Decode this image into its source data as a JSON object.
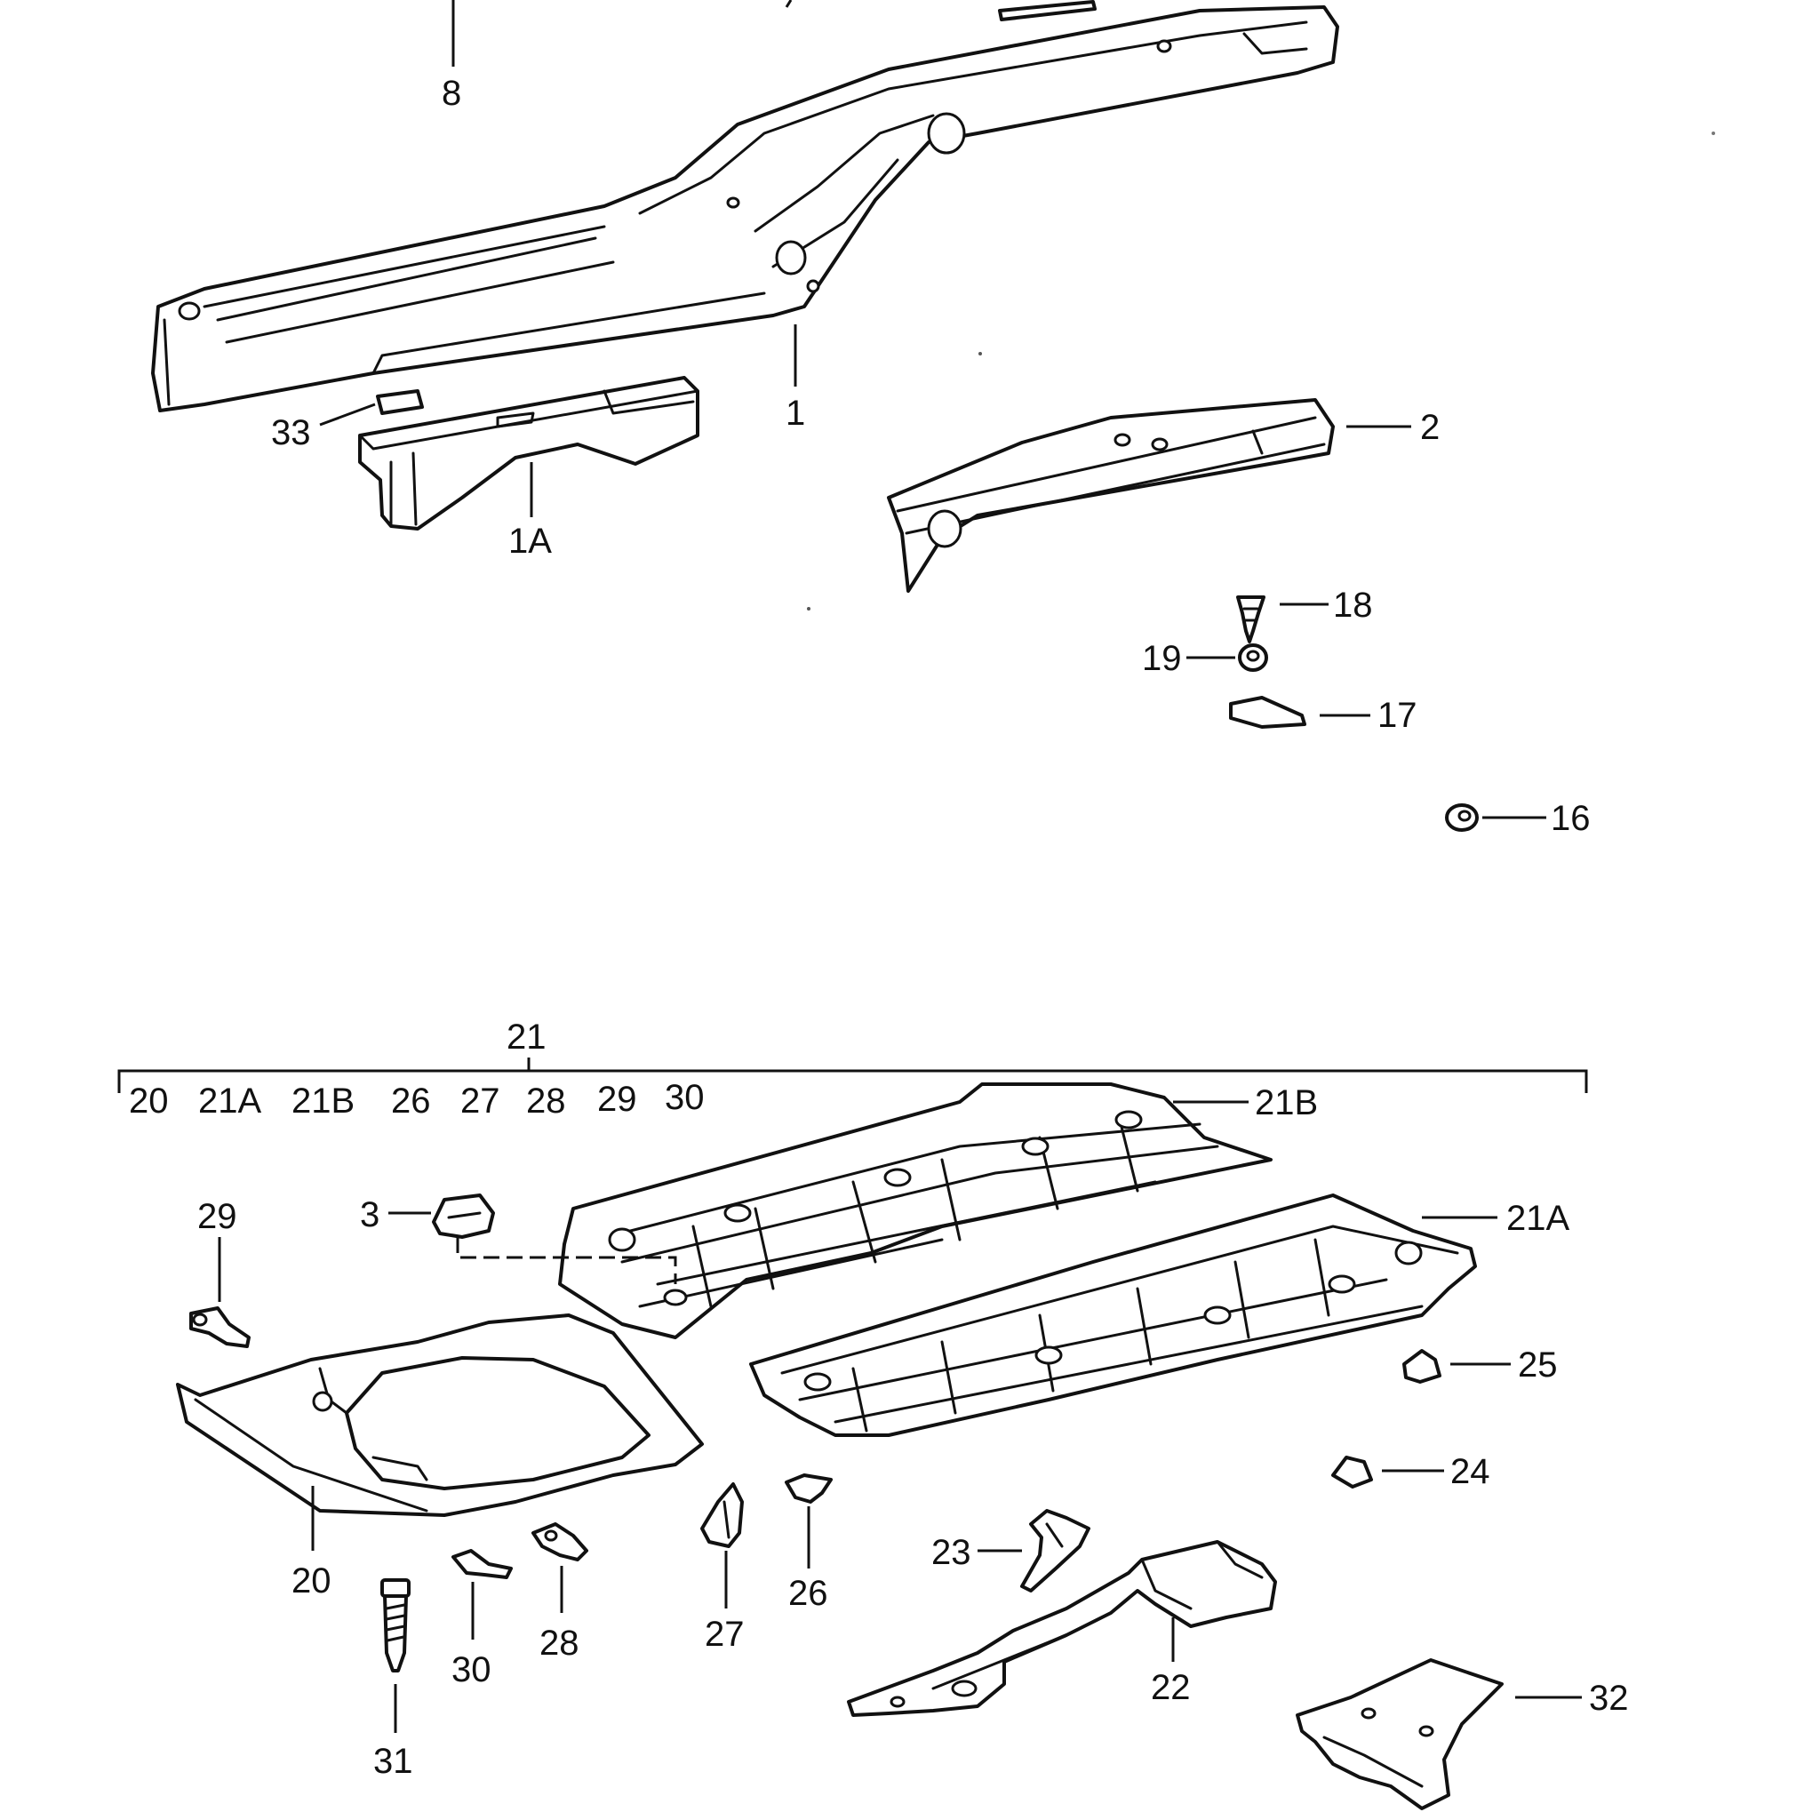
{
  "callouts": {
    "c8": "8",
    "c1": "1",
    "c33": "33",
    "c1a": "1A",
    "c2": "2",
    "c18": "18",
    "c19": "19",
    "c17": "17",
    "c16": "16",
    "c21": "21",
    "c21b": "21B",
    "c21a": "21A",
    "c3": "3",
    "c29": "29",
    "c25": "25",
    "c24": "24",
    "c20": "20",
    "c27": "27",
    "c26": "26",
    "c23": "23",
    "c22": "22",
    "c28": "28",
    "c30": "30",
    "c31": "31",
    "c32": "32"
  },
  "group_21_contents": [
    "20",
    "21A",
    "21B",
    "26",
    "27",
    "28",
    "29",
    "30"
  ]
}
